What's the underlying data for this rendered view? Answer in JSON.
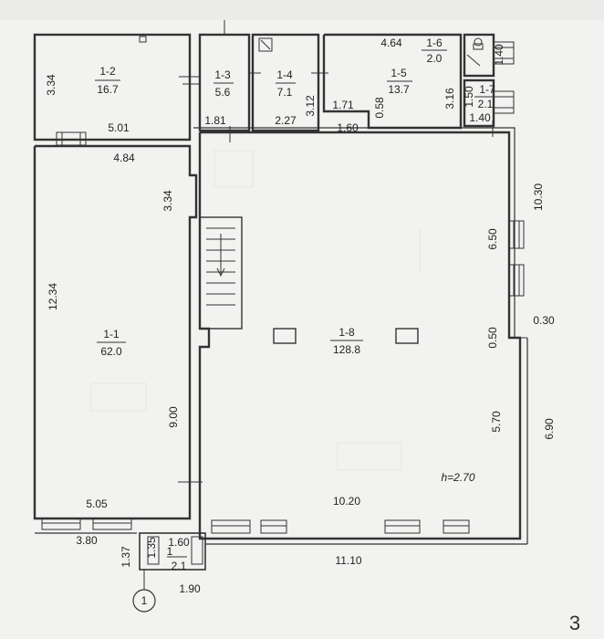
{
  "rooms": [
    {
      "id": "1-1",
      "area": "62.0"
    },
    {
      "id": "1-2",
      "area": "16.7"
    },
    {
      "id": "1-3",
      "area": "5.6"
    },
    {
      "id": "1-4",
      "area": "7.1"
    },
    {
      "id": "1-5",
      "area": "13.7"
    },
    {
      "id": "1-6",
      "area": "2.0"
    },
    {
      "id": "1-7",
      "area": "2.1"
    },
    {
      "id": "1-8",
      "area": "128.8"
    },
    {
      "id": "1",
      "area": "2.1"
    }
  ],
  "dimensions": {
    "d_3_34_a": "3.34",
    "d_5_01": "5.01",
    "d_1_81": "1.81",
    "d_2_27": "2.27",
    "d_3_12": "3.12",
    "d_1_71": "1.71",
    "d_0_58": "0.58",
    "d_1_60_a": "1.60",
    "d_4_64": "4.64",
    "d_3_16": "3.16",
    "d_1_40_a": "1.40",
    "d_1_50": "1.50",
    "d_1_40_b": "1.40",
    "d_4_84": "4.84",
    "d_3_34_b": "3.34",
    "d_12_34": "12.34",
    "d_9_00": "9.00",
    "d_5_05": "5.05",
    "d_3_80": "3.80",
    "d_1_37": "1.37",
    "d_1_35": "1.35",
    "d_1_60_b": "1.60",
    "d_1_90": "1.90",
    "d_10_20": "10.20",
    "d_11_10": "11.10",
    "d_10_30": "10.30",
    "d_6_50": "6.50",
    "d_0_50": "0.50",
    "d_0_30": "0.30",
    "d_5_70": "5.70",
    "d_6_90": "6.90"
  },
  "height_note": "h=2.70",
  "entrance_marker": "1",
  "page_number": "3"
}
